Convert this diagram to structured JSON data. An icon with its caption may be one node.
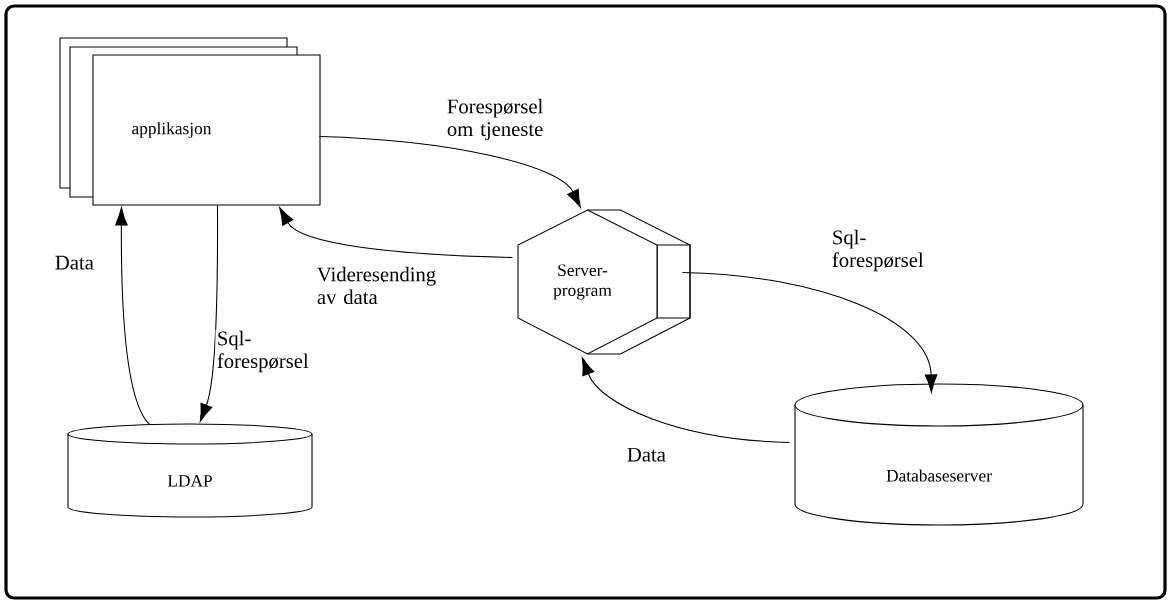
{
  "diagram": {
    "nodes": [
      {
        "text": [
          "applikasjon"
        ]
      },
      {
        "text": [
          "Server- program"
        ]
      },
      {
        "text": [
          "LDAP"
        ]
      },
      {
        "text": [
          "Databaseserver"
        ]
      }
    ],
    "edges": [
      {
        "from": 0,
        "to": 1,
        "arrow": "to",
        "label": "Forespørsel om tjeneste"
      },
      {
        "from": 1,
        "to": 0,
        "arrow": "to",
        "label": "Videresending av data"
      },
      {
        "from": 1,
        "to": 3,
        "arrow": "to",
        "label": "Sql- forespørsel"
      },
      {
        "from": 3,
        "to": 1,
        "arrow": "to",
        "label": "Data"
      },
      {
        "from": 2,
        "to": 0,
        "arrow": "to",
        "label": "Data"
      },
      {
        "from": 0,
        "to": 2,
        "arrow": "to",
        "label": "Sql- forespørsel"
      }
    ]
  }
}
